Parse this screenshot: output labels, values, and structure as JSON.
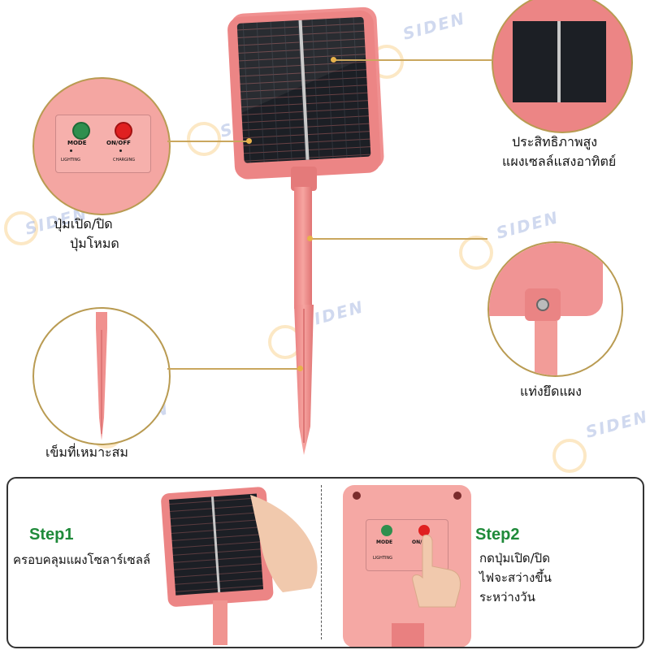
{
  "watermark": {
    "brand": "SIDEN"
  },
  "callouts": {
    "panel_efficiency": {
      "line1": "ประสิทธิภาพสูง",
      "line2": "แผงเซลล์แสงอาทิตย์"
    },
    "buttons": {
      "line1": "ปุ่มเปิด/ปิด",
      "line2": "ปุ่มโหมด"
    },
    "mount": {
      "line1": "แท่งยึดแผง"
    },
    "spike": {
      "line1": "เข็มที่เหมาะสม"
    }
  },
  "control_box": {
    "mode_label": "MODE",
    "onoff_label": "ON/OFF",
    "lighting_label": "LIGHTING",
    "charging_label": "CHARGING"
  },
  "steps": {
    "step1": {
      "title": "Step1",
      "text": "ครอบคลุมแผงโซลาร์เซลล์"
    },
    "step2": {
      "title": "Step2",
      "line1": "กดปุ่มเปิด/ปิด",
      "line2": "ไฟจะสว่างขึ้น",
      "line3": "ระหว่างวัน"
    }
  },
  "colors": {
    "pink_body": "#f08f8f",
    "pink_light": "#f6aaa6",
    "panel_dark": "#1d2026",
    "leader_gold": "#caa75e",
    "step_green": "#1f8a3a",
    "power_red": "#e02020",
    "mode_green": "#2f8f4e"
  },
  "icons": [
    "mode-button-icon",
    "power-button-icon",
    "hand-pointer-icon",
    "sun-icon"
  ]
}
